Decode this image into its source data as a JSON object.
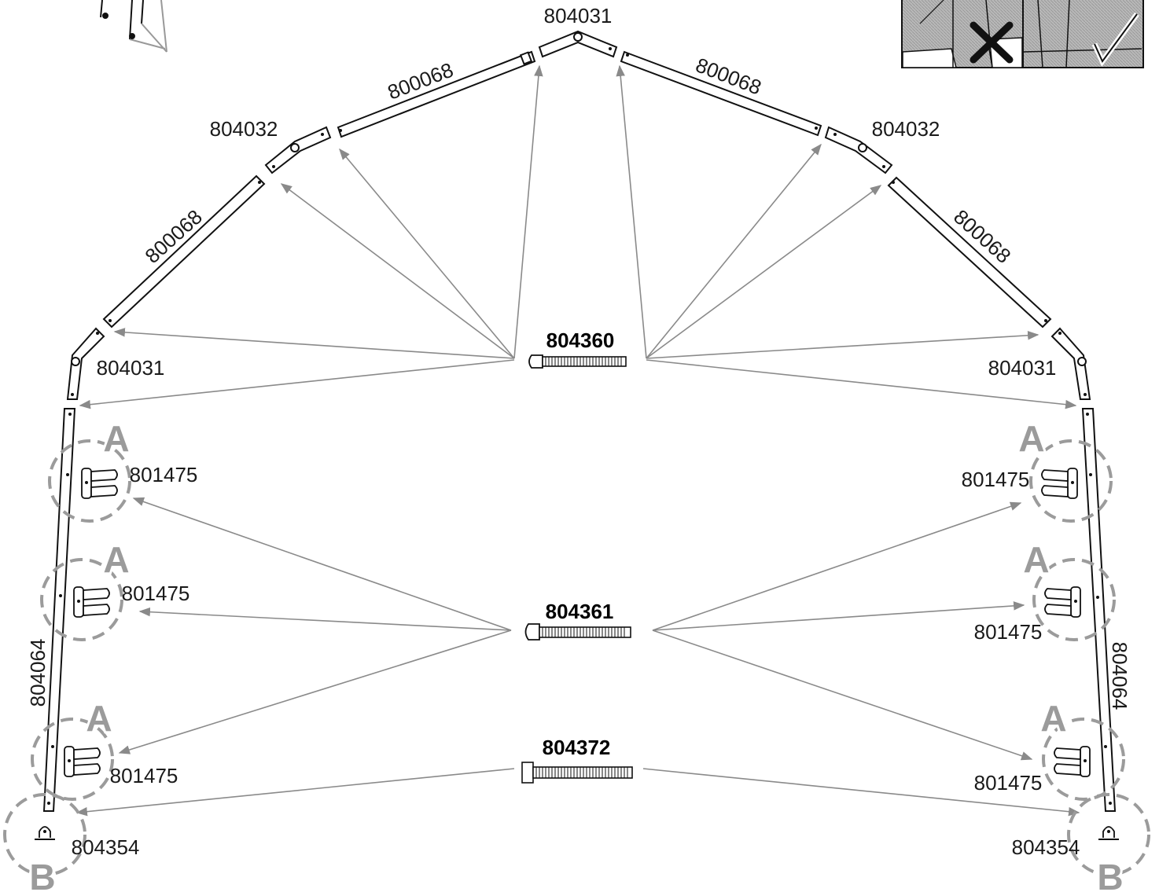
{
  "colors": {
    "arrow": "#8a8a8a",
    "zone": "#9b9b9b",
    "line": "#111111"
  },
  "top_corner": "804031",
  "roof": {
    "upper_left_tube": "800068",
    "upper_right_tube": "800068",
    "left_elbow": "804032",
    "right_elbow": "804032",
    "lower_left_tube": "800068",
    "lower_right_tube": "800068",
    "left_corner": "804031",
    "right_corner": "804031"
  },
  "legs": {
    "left": "804064",
    "right": "804064"
  },
  "bolts": [
    {
      "id": "bolt-804360",
      "label": "804360"
    },
    {
      "id": "bolt-804361",
      "label": "804361"
    },
    {
      "id": "bolt-804372",
      "label": "804372"
    }
  ],
  "brackets": {
    "left": [
      "801475",
      "801475",
      "801475"
    ],
    "right": [
      "801475",
      "801475",
      "801475"
    ]
  },
  "feet": {
    "left": "804354",
    "right": "804354"
  },
  "zones": {
    "bracket_zone": "A",
    "foot_zone": "B"
  }
}
